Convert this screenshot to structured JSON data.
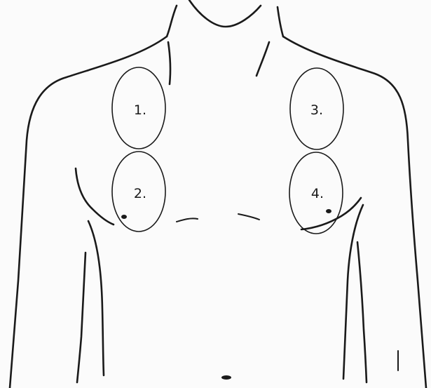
{
  "zones": [
    {
      "label": "1."
    },
    {
      "label": "2."
    },
    {
      "label": "3."
    },
    {
      "label": "4."
    }
  ]
}
